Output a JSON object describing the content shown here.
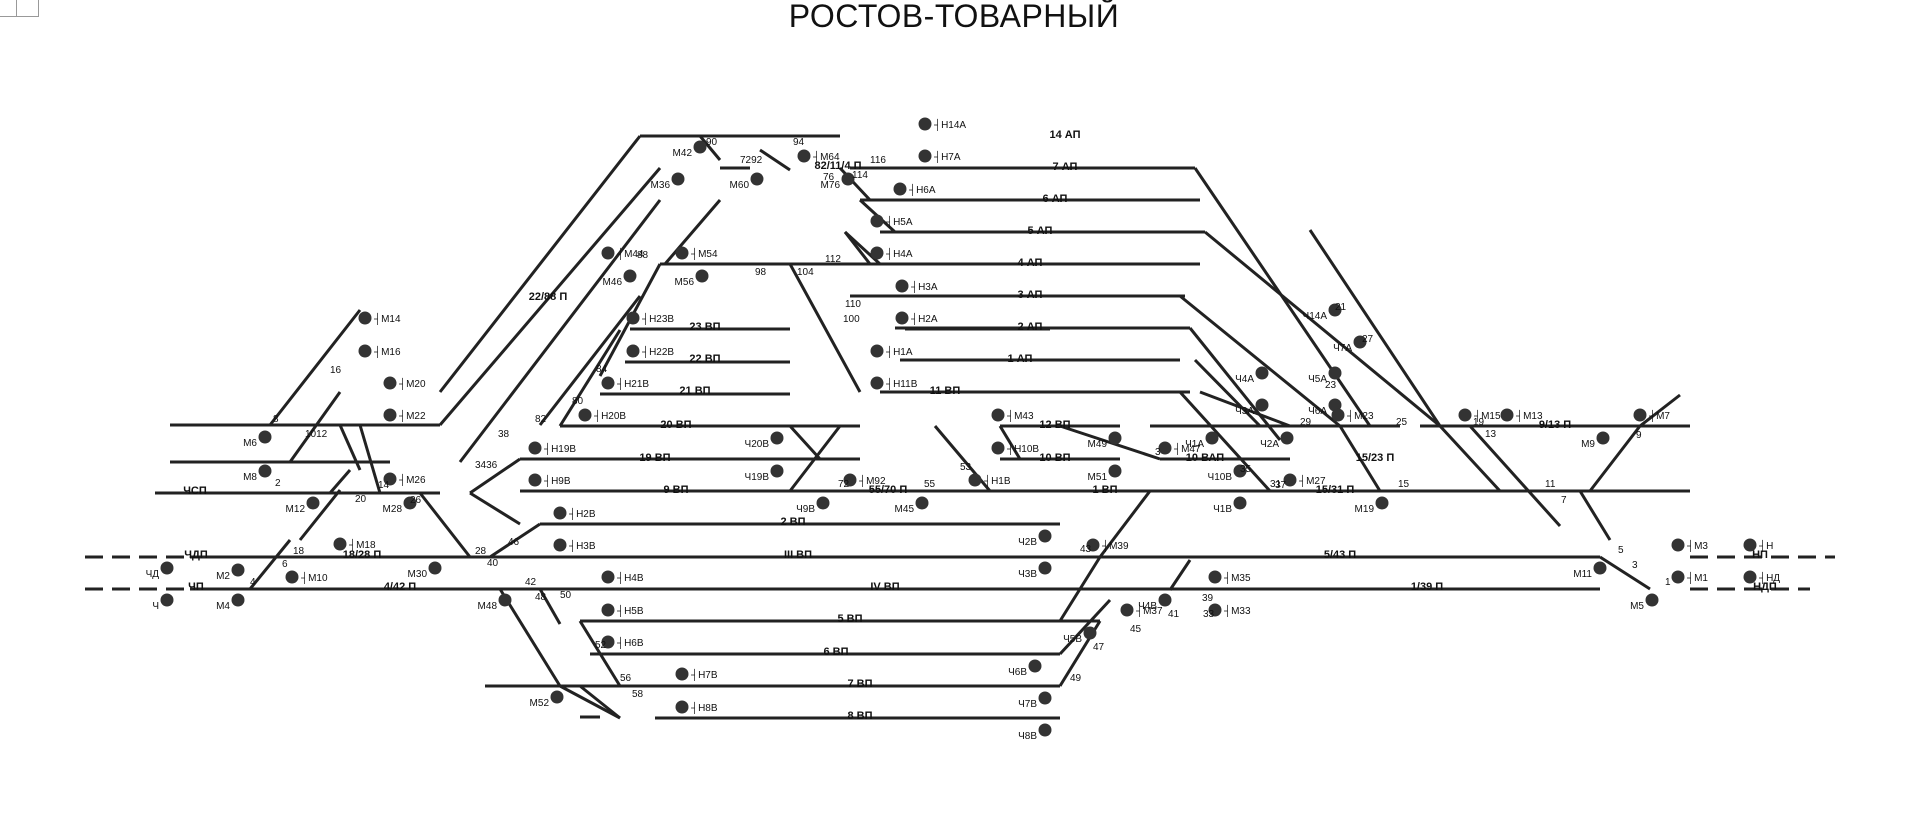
{
  "title": "РОСТОВ-ТОВАРНЫЙ",
  "colors": {
    "track": "#222222",
    "signal": "#333333",
    "background": "#ffffff"
  },
  "tracks": [
    "14 АП",
    "7 АП",
    "6 АП",
    "5 АП",
    "4 АП",
    "3 АП",
    "2 АП",
    "1 АП",
    "11 ВП",
    "23 ВП",
    "22 ВП",
    "21 ВП",
    "20 ВП",
    "19 ВП",
    "9 ВП",
    "2 ВП",
    "III ВП",
    "IV ВП",
    "5 ВП",
    "6 ВП",
    "7 ВП",
    "8 ВП",
    "12 ВП",
    "10 ВП",
    "10 ВАП",
    "1 ВП",
    "22/88 П",
    "18/28 П",
    "4/42 П",
    "55/70 П",
    "15/23 П",
    "15/31 П",
    "5/43 П",
    "1/39 П",
    "9/13 П",
    "82/11/4 П"
  ],
  "switches": [
    "8",
    "16",
    "1012",
    "2",
    "14",
    "20",
    "26",
    "18",
    "6",
    "4",
    "28",
    "40",
    "42",
    "46",
    "48",
    "50",
    "52",
    "56",
    "58",
    "38",
    "3436",
    "82",
    "80",
    "84",
    "88",
    "90",
    "92",
    "94",
    "7292",
    "98",
    "104",
    "100",
    "110",
    "112",
    "116",
    "114",
    "72",
    "76",
    "55",
    "53",
    "3",
    "43",
    "45",
    "47",
    "49",
    "41",
    "39",
    "35",
    "37",
    "29",
    "27",
    "31",
    "25",
    "19",
    "21",
    "23",
    "15",
    "13",
    "11",
    "7",
    "9",
    "5",
    "1",
    "33"
  ],
  "signals": [
    "М14",
    "М16",
    "М20",
    "М22",
    "М6",
    "М8",
    "М12",
    "М26",
    "М28",
    "М18",
    "М10",
    "М2",
    "М4",
    "ЧД",
    "Ч",
    "ЧДП",
    "ЧП",
    "ЧСП",
    "М30",
    "М48",
    "М42",
    "М36",
    "М44",
    "М46",
    "М54",
    "М56",
    "М60",
    "М64",
    "М76",
    "Н14А",
    "Н7А",
    "Н6А",
    "Н5А",
    "Н4А",
    "Н3А",
    "Н2А",
    "Н1А",
    "Н11В",
    "Н23В",
    "Н22В",
    "Н21В",
    "Н20В",
    "Н19В",
    "Н9В",
    "Ч20В",
    "Ч19В",
    "Ч9В",
    "М92",
    "Н2В",
    "Н3В",
    "Н4В",
    "Н5В",
    "Н6В",
    "Н7В",
    "Н8В",
    "М52",
    "М43",
    "Н10В",
    "Н1В",
    "М45",
    "М49",
    "М51",
    "М47",
    "Ч1А",
    "Ч10В",
    "Ч1В",
    "Ч2А",
    "Ч4А",
    "Ч3А",
    "Ч5А",
    "Ч6А",
    "Ч7А",
    "Ч14А",
    "М23",
    "М27",
    "М19",
    "М15",
    "М13",
    "М9",
    "М7",
    "Ч2В",
    "Ч3В",
    "М39",
    "Ч4В",
    "М37",
    "М35",
    "М33",
    "Ч5В",
    "Ч6В",
    "Ч7В",
    "Ч8В",
    "М11",
    "М3",
    "М1",
    "М5",
    "Н",
    "НД",
    "НП",
    "НДП"
  ]
}
